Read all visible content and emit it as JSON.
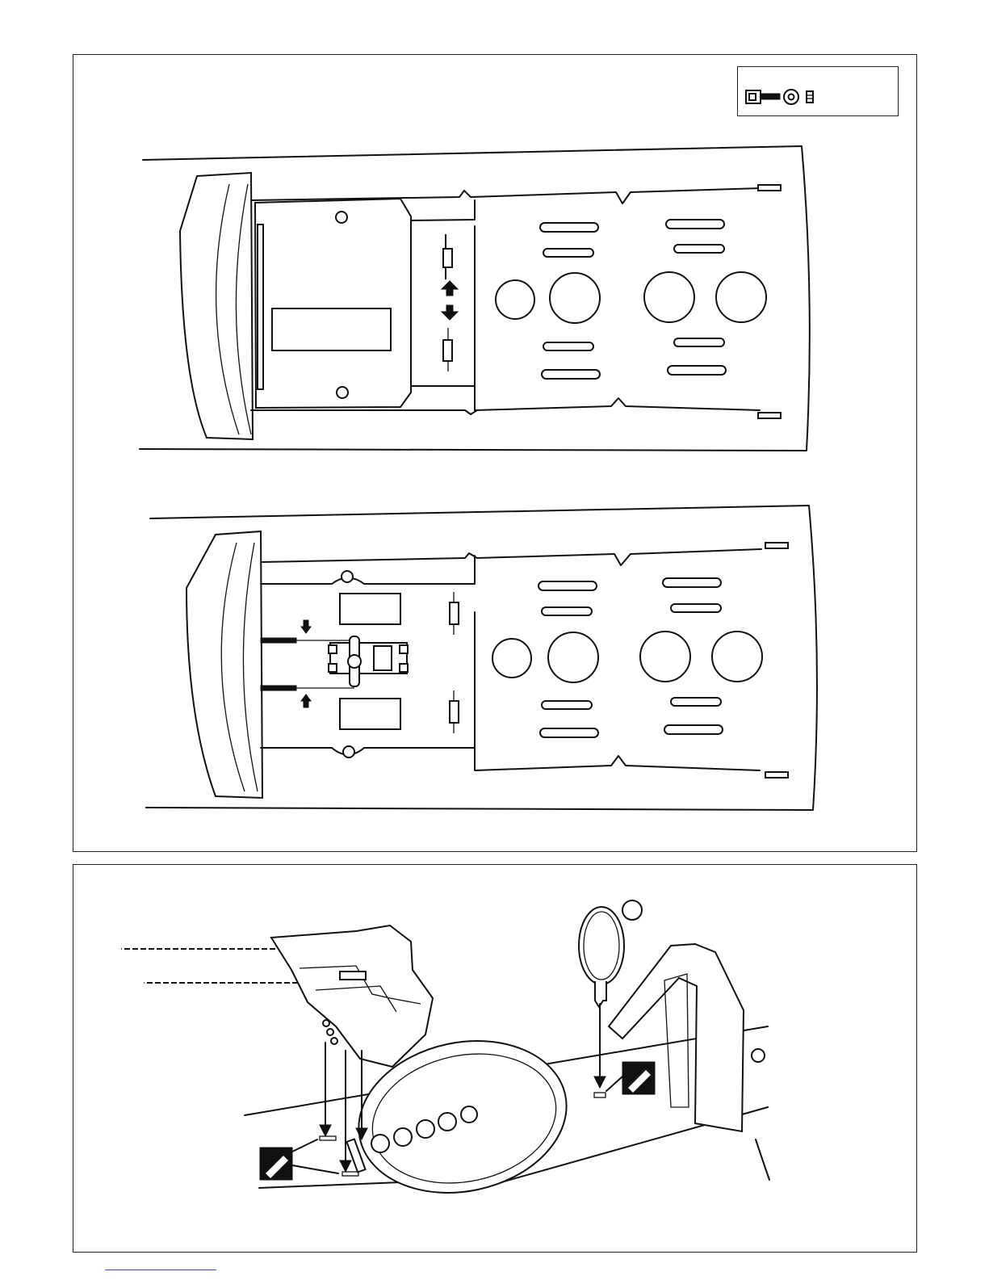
{
  "page": {
    "title": ""
  },
  "colors": {
    "line": "#111111",
    "background": "#ffffff",
    "footer_rule": "#3b4fbf"
  },
  "panels": [
    {
      "id": "fuselage-servo-install",
      "icons": [
        "hardware-bag-icon",
        "fuselage-top-view-before",
        "fuselage-top-view-after",
        "servo-icon"
      ]
    },
    {
      "id": "gun-and-cockpit-install",
      "icons": [
        "twin-machine-gun-icon",
        "gunsight-icon",
        "windscreen-icon",
        "glue-bottle-icon"
      ]
    }
  ],
  "hardware_box": {
    "icons": [
      "clevis-icon",
      "screw-icon",
      "washer-icon",
      "nut-icon"
    ]
  }
}
